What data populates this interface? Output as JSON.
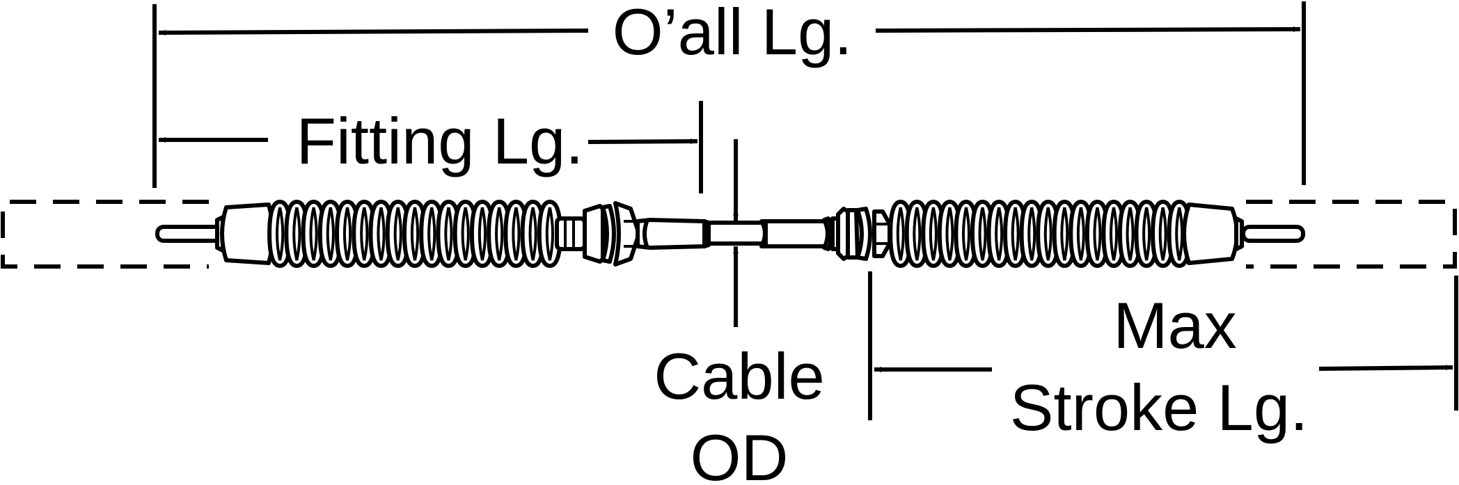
{
  "labels": {
    "overall_length": "O’all Lg.",
    "fitting_length": "Fitting Lg.",
    "cable_od_line1": "Cable",
    "cable_od_line2": "OD",
    "max_stroke_line1": "Max",
    "max_stroke_line2": "Stroke Lg."
  },
  "colors": {
    "ink": "#000000",
    "background": "#ffffff"
  }
}
